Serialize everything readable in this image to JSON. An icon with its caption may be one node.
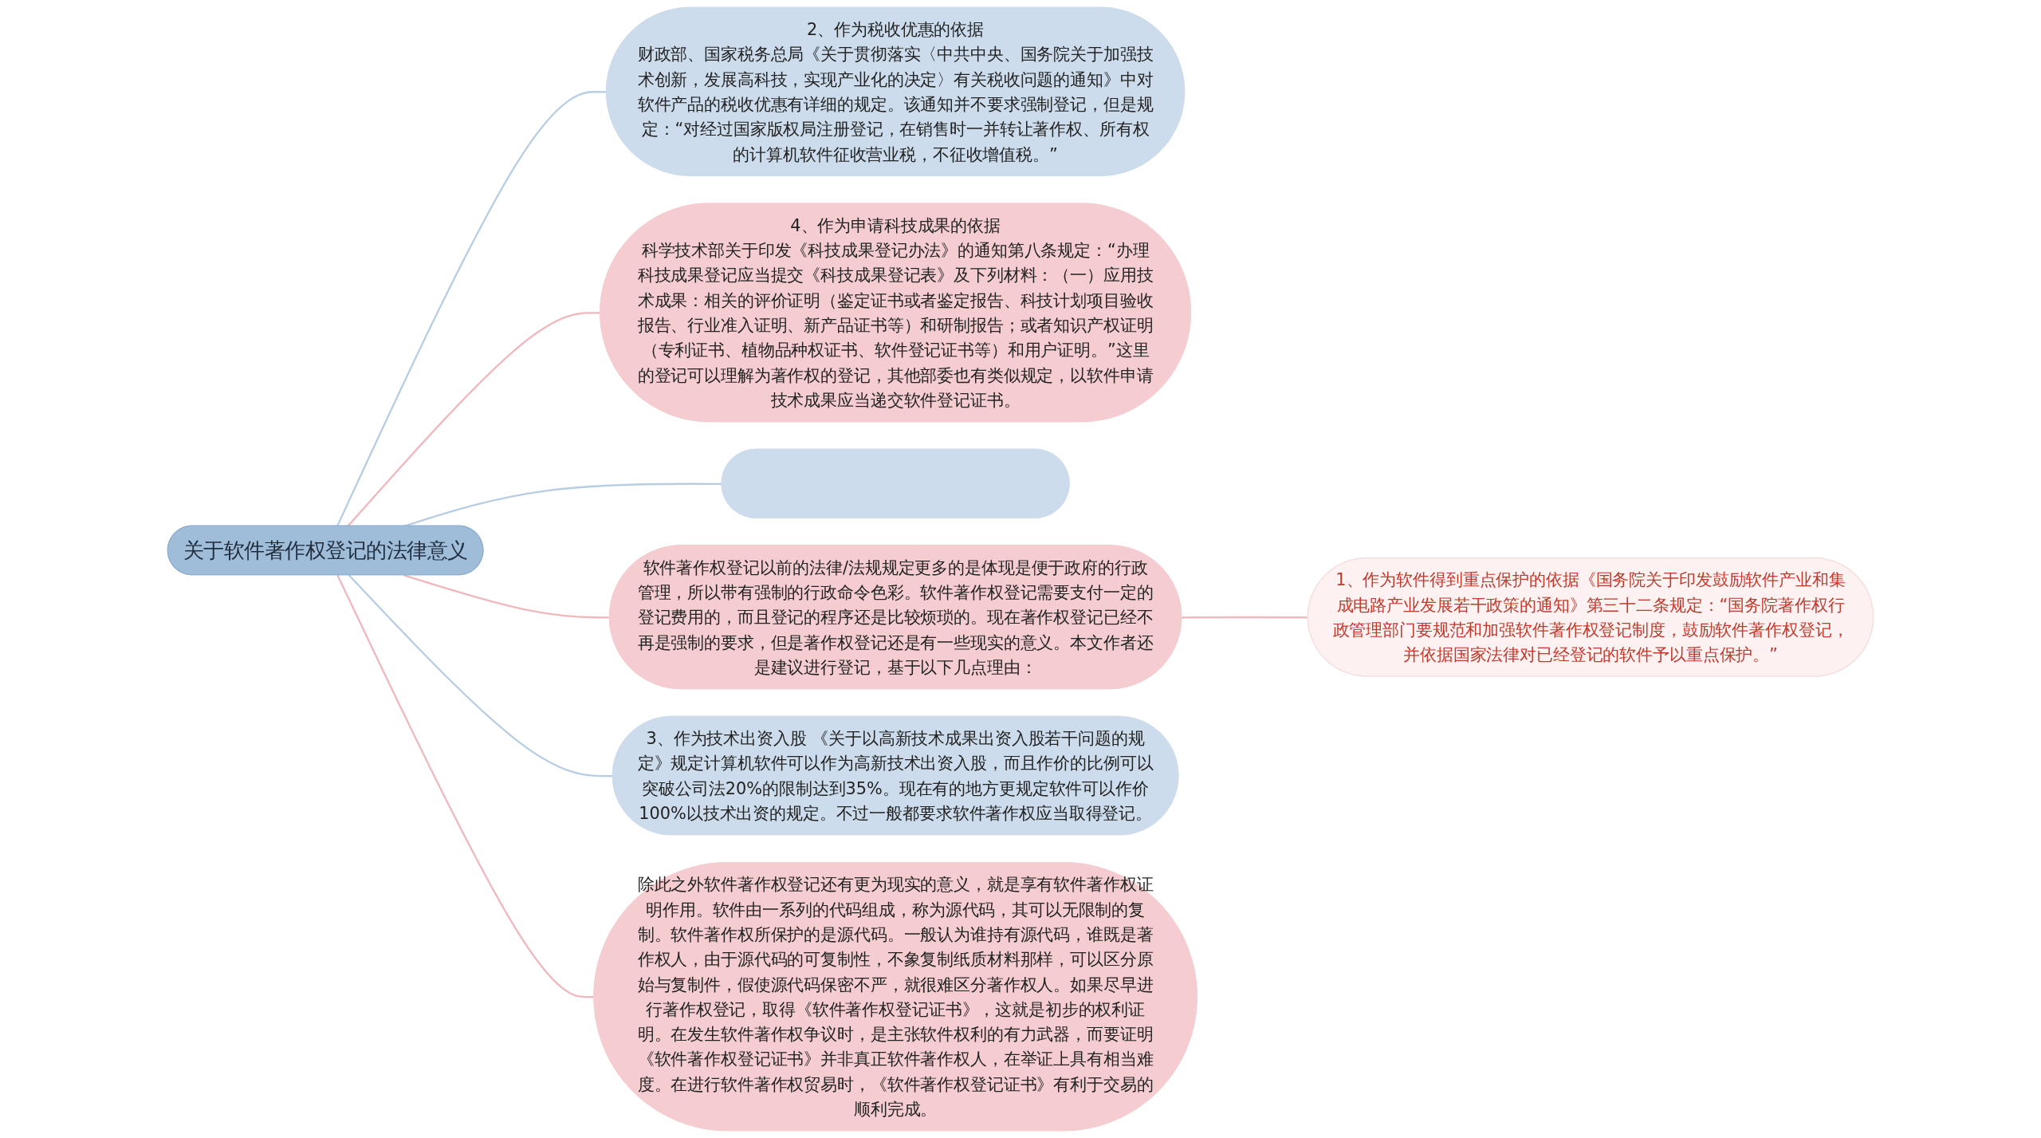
{
  "diagram": {
    "nodes": [
      {
        "text": [
          "关于软件著作权登记的法律意义"
        ]
      },
      {
        "text": [
          "2、作为税收优惠的依据",
          "财政部、国家税务总局《关于贯彻落实〈中共中央、国务院关于加强技术创新，发展高科技，实现产业化的决定〉有关税收问题的通知》中对软件产品的税收优惠有详细的规定。该通知并不要求强制登记，但是规定：“对经过国家版权局注册登记，在销售时一并转让著作权、所有权的计算机软件征收营业税，不征收增值税。”"
        ]
      },
      {
        "text": [
          "4、作为申请科技成果的依据",
          "科学技术部关于印发《科技成果登记办法》的通知第八条规定：“办理科技成果登记应当提交《科技成果登记表》及下列材料：（一）应用技术成果：相关的评价证明（鉴定证书或者鉴定报告、科技计划项目验收报告、行业准入证明、新产品证书等）和研制报告；或者知识产权证明（专利证书、植物品种权证书、软件登记证书等）和用户证明。”这里的登记可以理解为著作权的登记，其他部委也有类似规定，以软件申请技术成果应当递交软件登记证书。"
        ]
      },
      {
        "text": [],
        "shape": "box"
      },
      {
        "text": [
          "软件著作权登记以前的法律/法规规定更多的是体现是便于政府的行政管理，所以带有强制的行政命令色彩。软件著作权登记需要支付一定的登记费用的，而且登记的程序还是比较烦琐的。现在著作权登记已经不再是强制的要求，但是著作权登记还是有一些现实的意义。本文作者还是建议进行登记，基于以下几点理由："
        ]
      },
      {
        "text": [
          "1、作为软件得到重点保护的依据《国务院关于印发鼓励软件产业和集成电路产业发展若干政策的通知》第三十二条规定：“国务院著作权行政管理部门要规范和加强软件著作权登记制度，鼓励软件著作权登记，并依据国家法律对已经登记的软件予以重点保护。”"
        ]
      },
      {
        "text": [
          "3、作为技术出资入股 《关于以高新技术成果出资入股若干问题的规定》规定计算机软件可以作为高新技术出资入股，而且作价的比例可以突破公司法20%的限制达到35%。现在有的地方更规定软件可以作价100%以技术出资的规定。不过一般都要求软件著作权应当取得登记。"
        ]
      },
      {
        "text": [
          "除此之外软件著作权登记还有更为现实的意义，就是享有软件著作权证明作用。软件由一系列的代码组成，称为源代码，其可以无限制的复制。软件著作权所保护的是源代码。一般认为谁持有源代码，谁既是著作权人，由于源代码的可复制性，不象复制纸质材料那样，可以区分原始与复制件，假使源代码保密不严，就很难区分著作权人。如果尽早进行著作权登记，取得《软件著作权登记证书》，这就是初步的权利证明。在发生软件著作权争议时，是主张软件权利的有力武器，而要证明《软件著作权登记证书》并非真正软件著作权人，在举证上具有相当难度。在进行软件著作权贸易时，《软件著作权登记证书》有利于交易的顺利完成。"
        ]
      }
    ],
    "edges": [
      {
        "from": 0,
        "to": 1,
        "arrow": "none",
        "color": "#b7cde3"
      },
      {
        "from": 0,
        "to": 2,
        "arrow": "none"
      },
      {
        "from": 0,
        "to": 3,
        "arrow": "none",
        "color": "#b7cde3"
      },
      {
        "from": 0,
        "to": 4,
        "arrow": "none"
      },
      {
        "from": 4,
        "to": 5,
        "arrow": "none"
      },
      {
        "from": 0,
        "to": 6,
        "arrow": "none",
        "color": "#b7cde3"
      },
      {
        "from": 0,
        "to": 7,
        "arrow": "none"
      }
    ]
  }
}
